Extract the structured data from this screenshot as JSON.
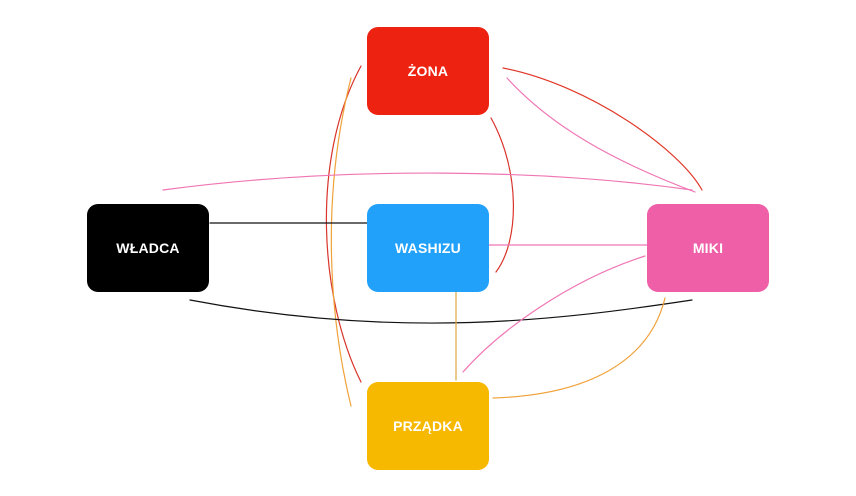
{
  "nodes": {
    "zona": {
      "label": "ŻONA",
      "color": "#ee2211"
    },
    "wladca": {
      "label": "WŁADCA",
      "color": "#000000"
    },
    "washizu": {
      "label": "WASHIZU",
      "color": "#22a1fb"
    },
    "miki": {
      "label": "MIKI",
      "color": "#ee5fa8"
    },
    "przadka": {
      "label": "PRZĄDKA",
      "color": "#f7b800"
    }
  },
  "edges": [
    {
      "from": "zona",
      "to": "miki",
      "color": "#e03a2a"
    },
    {
      "from": "zona",
      "to": "miki",
      "color": "#ef76b4"
    },
    {
      "from": "zona",
      "to": "washizu",
      "color": "#d8342a"
    },
    {
      "from": "zona",
      "to": "przadka",
      "color": "#d8342a"
    },
    {
      "from": "zona",
      "to": "przadka",
      "color": "#f0a23a"
    },
    {
      "from": "wladca",
      "to": "miki",
      "color": "#ef76b4"
    },
    {
      "from": "wladca",
      "to": "washizu",
      "color": "#111111"
    },
    {
      "from": "wladca",
      "to": "miki",
      "color": "#111111"
    },
    {
      "from": "washizu",
      "to": "miki",
      "color": "#ef76b4"
    },
    {
      "from": "washizu",
      "to": "przadka",
      "color": "#e0a640"
    },
    {
      "from": "miki",
      "to": "przadka",
      "color": "#ef76b4"
    },
    {
      "from": "miki",
      "to": "przadka",
      "color": "#f0a23a"
    }
  ]
}
